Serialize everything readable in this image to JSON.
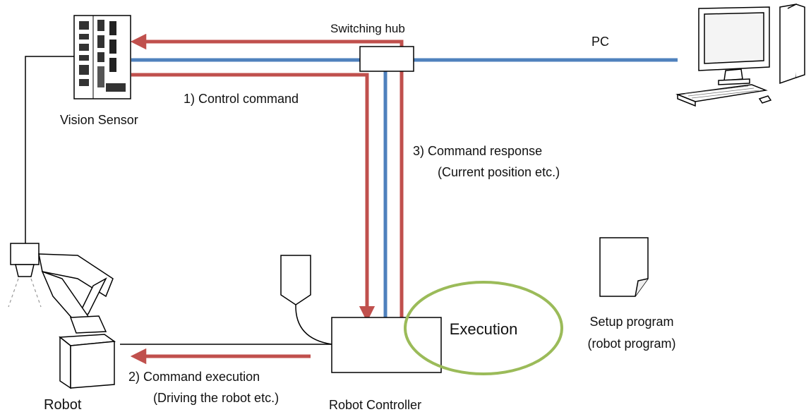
{
  "labels": {
    "switching_hub": "Switching hub",
    "pc": "PC",
    "vision_sensor": "Vision Sensor",
    "control_command": "1) Control command",
    "command_response_line1": "3) Command response",
    "command_response_line2": "(Current position etc.)",
    "execution": "Execution",
    "setup_program_line1": "Setup program",
    "setup_program_line2": "(robot program)",
    "command_execution_line1": "2) Command execution",
    "command_execution_line2": "(Driving the robot etc.)",
    "robot": "Robot",
    "robot_controller": "Robot Controller"
  },
  "colors": {
    "command_line": "#c0504d",
    "network_line": "#4f81bd",
    "execution_ellipse": "#9bbb59",
    "wire": "#000000"
  },
  "icons": {
    "vision_sensor": "vision-sensor-device-icon",
    "pc": "desktop-computer-icon",
    "robot": "robot-arm-icon",
    "teaching_pendant": "teaching-pendant-icon",
    "setup_program": "document-icon"
  }
}
